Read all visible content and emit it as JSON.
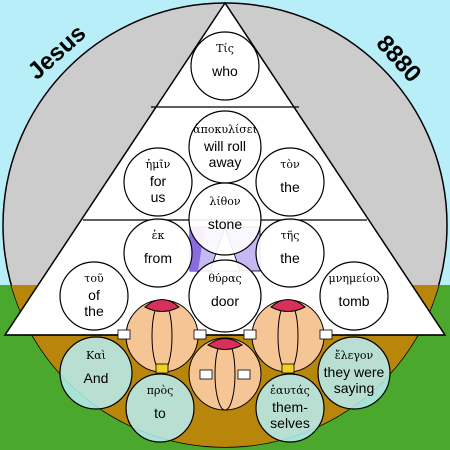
{
  "corner_left": "Jesus",
  "corner_right": "8880",
  "colors": {
    "sky": "#b8eef8",
    "grass": "#4aa82c",
    "disc": "#cccccc",
    "earth": "#b8860b",
    "triangle": "#ffffff",
    "lower_circles": "#b7eef4",
    "stone_panel": "#8a6ce0",
    "petal_red": "#d8305a",
    "petal_skin": "#f5c596"
  },
  "circles": [
    {
      "greek": "Τίς",
      "english": [
        "who"
      ]
    },
    {
      "greek": "ἀποκυλίσει",
      "english": [
        "will roll",
        "away"
      ]
    },
    {
      "greek": "ἡμῖν",
      "english": [
        "for",
        "us"
      ]
    },
    {
      "greek": "τὸν",
      "english": [
        "the"
      ]
    },
    {
      "greek": "λίθον",
      "english": [
        "stone"
      ]
    },
    {
      "greek": "ἐκ",
      "english": [
        "from"
      ]
    },
    {
      "greek": "τῆς",
      "english": [
        "the"
      ]
    },
    {
      "greek": "τοῦ",
      "english": [
        "of",
        "the"
      ]
    },
    {
      "greek": "θύρας",
      "english": [
        "door"
      ]
    },
    {
      "greek": "μνημείου",
      "english": [
        "tomb"
      ]
    },
    {
      "greek": "Καὶ",
      "english": [
        "And"
      ]
    },
    {
      "greek": "ἔλεγον",
      "english": [
        "they were",
        "saying"
      ]
    },
    {
      "greek": "πρὸς",
      "english": [
        "to"
      ]
    },
    {
      "greek": "ἑαυτάς",
      "english": [
        "them-",
        "selves"
      ]
    }
  ]
}
